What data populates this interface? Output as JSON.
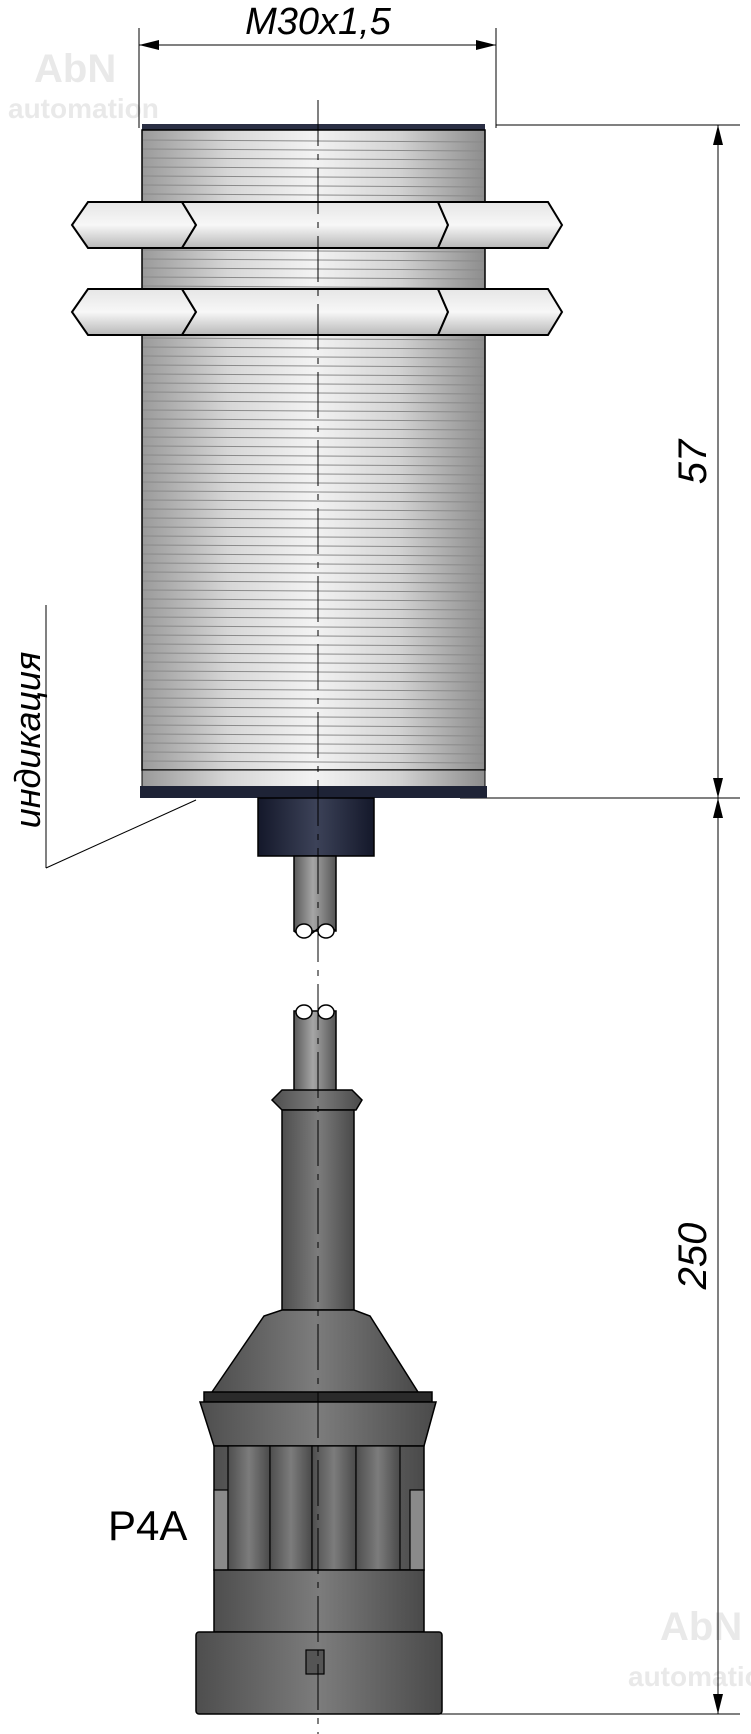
{
  "watermark": {
    "brand": "AbN",
    "sub": "automation"
  },
  "dimensions": {
    "thread": "M30x1,5",
    "body_length": "57",
    "cable_length": "250"
  },
  "labels": {
    "indication": "индикация",
    "connector": "P4A"
  },
  "colors": {
    "body_metal": "#c9c9c9",
    "nut": "#d0d0d0",
    "connector": "#6f6f6f",
    "cap_dark": "#23283a",
    "line": "#000000"
  }
}
